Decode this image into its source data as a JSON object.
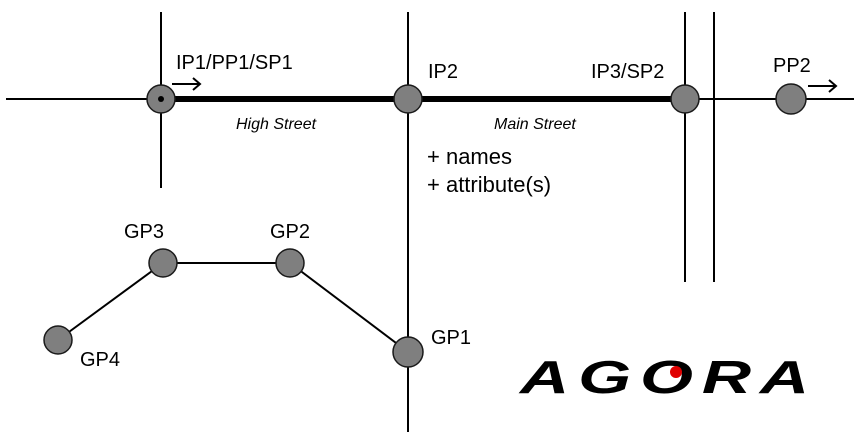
{
  "labels": {
    "ip1": "IP1/PP1/SP1",
    "ip2": "IP2",
    "ip3": "IP3/SP2",
    "pp2": "PP2",
    "gp1": "GP1",
    "gp2": "GP2",
    "gp3": "GP3",
    "gp4": "GP4"
  },
  "streets": {
    "high": "High Street",
    "main": "Main Street"
  },
  "notes": {
    "line1": "+ names",
    "line2": "+ attribute(s)"
  },
  "logo": {
    "text": "AGORA",
    "accent_color": "#e00000"
  },
  "colors": {
    "point_fill": "#7f7f7f",
    "line": "#000000"
  }
}
